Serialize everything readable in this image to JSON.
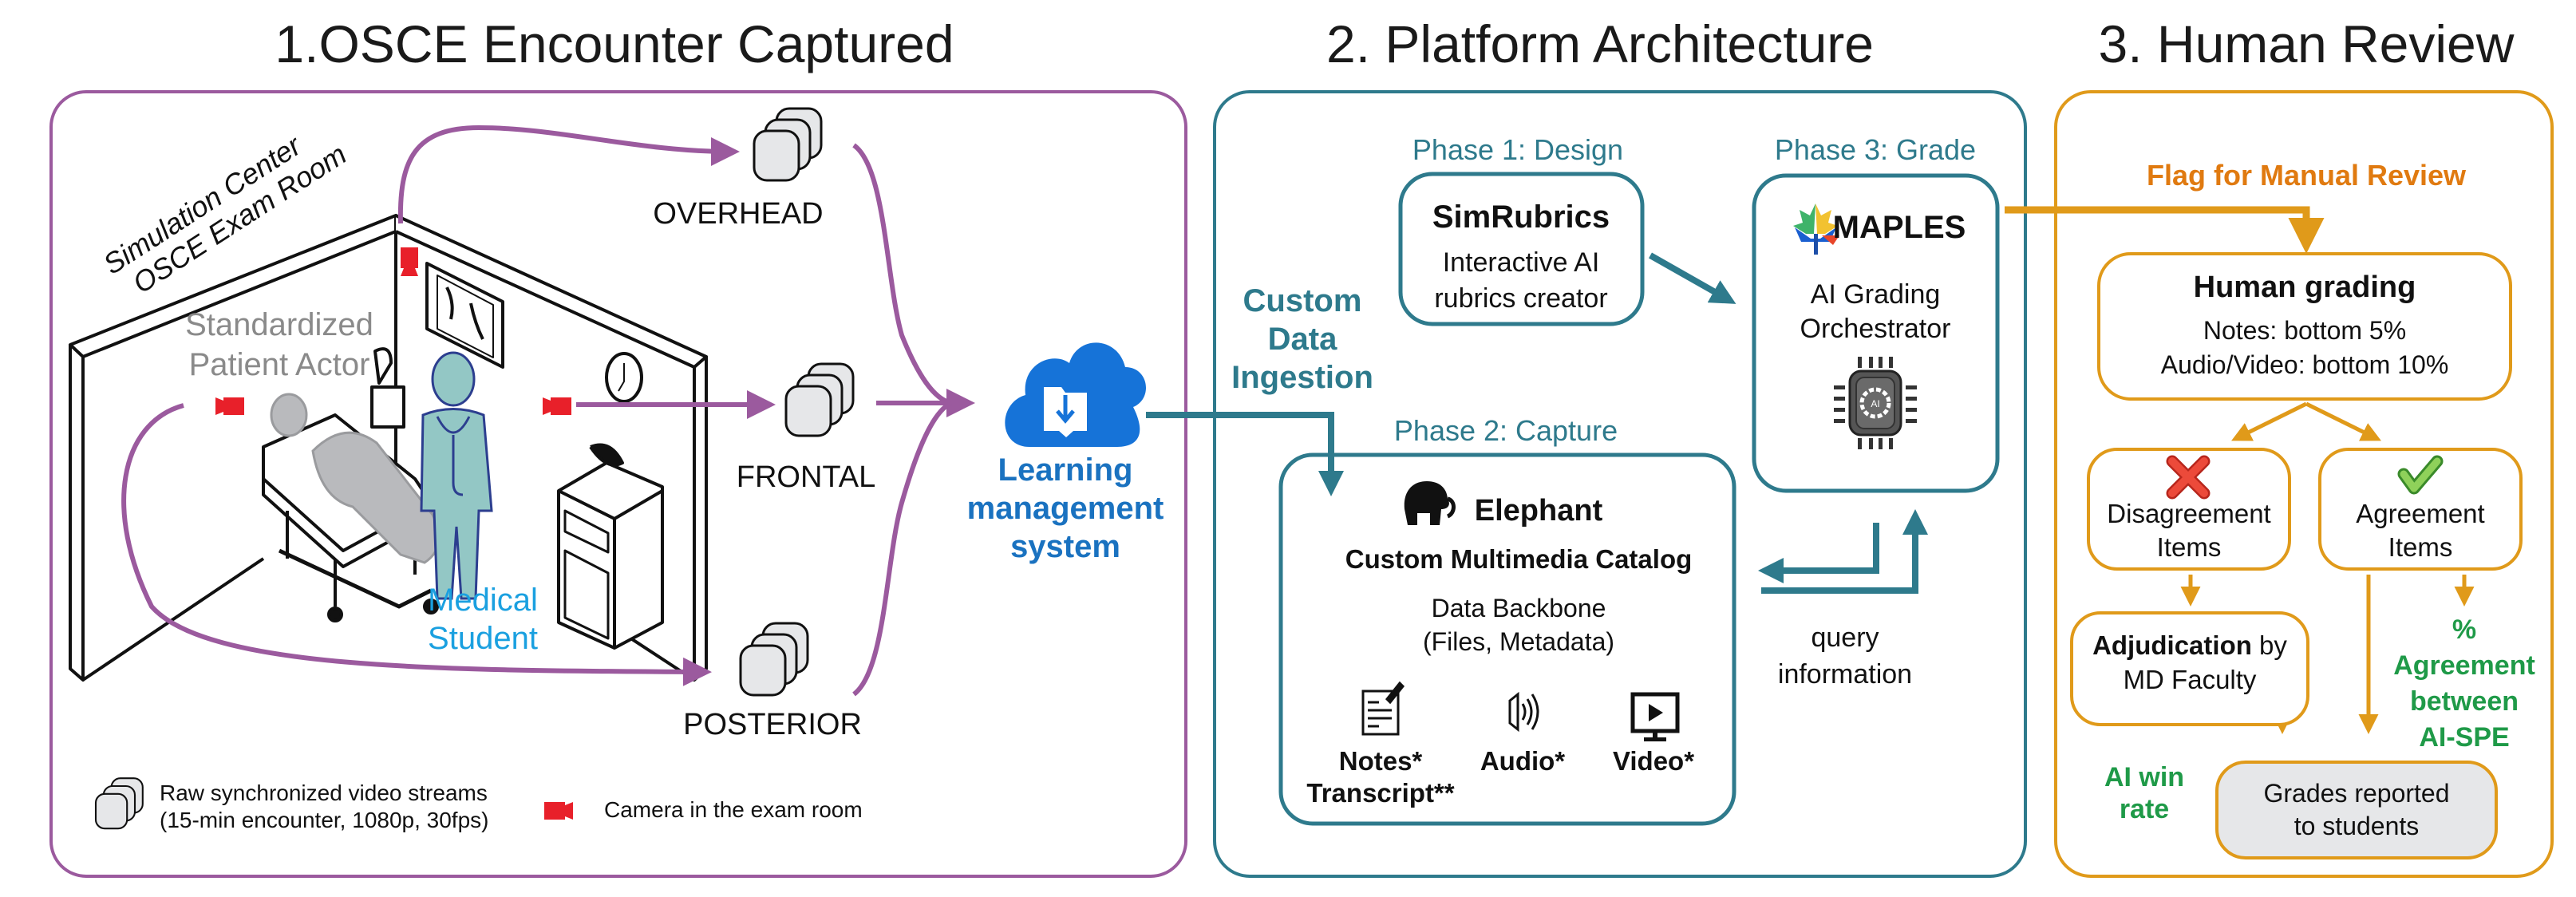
{
  "colors": {
    "purple": "#9b5a9e",
    "teal": "#2e7a8c",
    "orange": "#e09a1a",
    "orange_text": "#e07a10",
    "green_text": "#1f9a48",
    "blue_cloud": "#1673d8",
    "blue_text": "#1a72c0",
    "camera_red": "#e8202a",
    "cyan_text": "#1aa0e0",
    "gray_text": "#8a8a8a"
  },
  "sections": [
    {
      "title": "1.OSCE Encounter Captured"
    },
    {
      "title": "2. Platform Architecture"
    },
    {
      "title": "3. Human Review"
    }
  ],
  "encounter": {
    "room_label_line1": "Simulation Center",
    "room_label_line2": "OSCE Exam Room",
    "patient_label_line1": "Standardized",
    "patient_label_line2": "Patient Actor",
    "student_label_line1": "Medical",
    "student_label_line2": "Student",
    "streams": [
      {
        "label": "OVERHEAD"
      },
      {
        "label": "FRONTAL"
      },
      {
        "label": "POSTERIOR"
      }
    ],
    "legend": {
      "streams_line1": "Raw synchronized video streams",
      "streams_line2": "(15-min encounter, 1080p, 30fps)",
      "camera": "Camera in the exam room"
    },
    "lms": {
      "line1": "Learning",
      "line2": "management",
      "line3": "system"
    }
  },
  "platform": {
    "ingestion": {
      "line1": "Custom",
      "line2": "Data",
      "line3": "Ingestion"
    },
    "phase1": {
      "label": "Phase 1: Design",
      "name": "SimRubrics",
      "desc_line1": "Interactive AI",
      "desc_line2": "rubrics creator"
    },
    "phase2": {
      "label": "Phase 2: Capture",
      "name": "Elephant",
      "subtitle": "Custom Multimedia Catalog",
      "desc_line1": "Data Backbone",
      "desc_line2": "(Files, Metadata)",
      "media": [
        {
          "icon": "notes-icon",
          "label": "Notes*",
          "label2": "Transcript**"
        },
        {
          "icon": "audio-icon",
          "label": "Audio*"
        },
        {
          "icon": "video-icon",
          "label": "Video*"
        }
      ]
    },
    "phase3": {
      "label": "Phase 3: Grade",
      "name": "MAPLES",
      "desc_line1": "AI Grading",
      "desc_line2": "Orchestrator",
      "chip_text": "AI"
    },
    "query": {
      "line1": "query",
      "line2": "information"
    }
  },
  "review": {
    "flag": "Flag for Manual Review",
    "human_grading": {
      "title": "Human grading",
      "line1": "Notes: bottom 5%",
      "line2": "Audio/Video: bottom 10%"
    },
    "disagreement": {
      "line1": "Disagreement",
      "line2": "Items"
    },
    "agreement": {
      "line1": "Agreement",
      "line2": "Items"
    },
    "adjudication": {
      "bold": "Adjudication",
      "rest": " by",
      "line2": "MD Faculty"
    },
    "ai_win": {
      "line1": "AI win",
      "line2": "rate"
    },
    "pct_agreement": {
      "line1": "%",
      "line2": "Agreement",
      "line3": "between",
      "line4": "AI-SPE"
    },
    "grades": {
      "line1": "Grades reported",
      "line2": "to students"
    }
  }
}
